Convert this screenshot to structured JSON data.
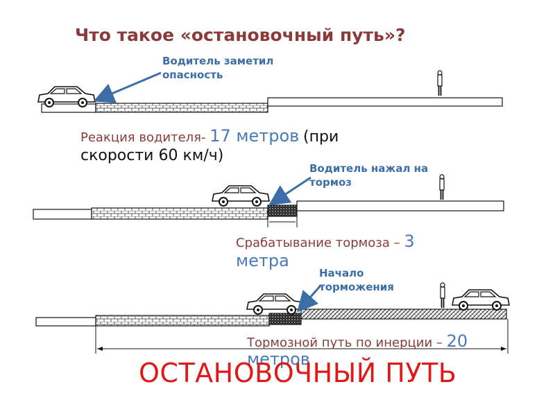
{
  "title": "Что такое «остановочный путь»?",
  "panel1": {
    "annotation_line1": "Водитель заметил",
    "annotation_line2": "опасность",
    "label_prefix": "Реакция водителя-",
    "label_value": "17 метров",
    "label_suffix_1": "(при",
    "label_suffix_2": "скорости 60 км/ч)"
  },
  "panel2": {
    "annotation_line1": "Водитель нажал на",
    "annotation_line2": "тормоз",
    "label_prefix": "Срабатывание тормоза –",
    "label_value_1": "3",
    "label_value_2": "метра"
  },
  "panel3": {
    "annotation_line1": "Начало",
    "annotation_line2": "торможения",
    "label_prefix": "Тормозной путь по инерции –",
    "label_value_1": "20",
    "label_value_2": "метров"
  },
  "final_caption": "ОСТАНОВОЧНЫЙ ПУТЬ",
  "colors": {
    "title": "#8b3a3a",
    "annotation": "#3b6ea8",
    "highlight": "#e21818"
  }
}
